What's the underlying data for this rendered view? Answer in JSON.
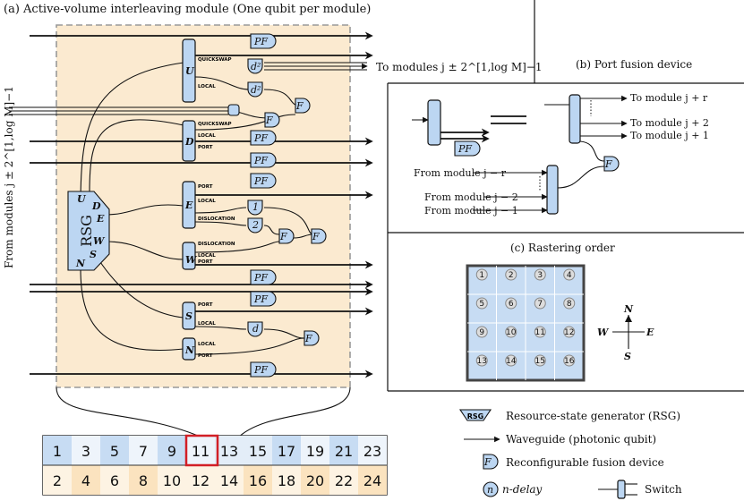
{
  "panels": {
    "a_title": "(a) Active-volume interleaving module (One qubit per module)",
    "b_title": "(b) Port fusion device",
    "c_title": "(c) Rastering order"
  },
  "module": {
    "input_label": "From modules j ± 2^[1,log M]−1",
    "output_label": "To modules j ± 2^[1,log M]−1",
    "rsg_label": "RSG",
    "rsg_ports": [
      "U",
      "D",
      "E",
      "W",
      "S",
      "N"
    ],
    "switches": [
      "U",
      "D",
      "E",
      "W",
      "S",
      "N"
    ],
    "port_labels": {
      "U": [
        "QUICKSWAP",
        "LOCAL"
      ],
      "D": [
        "QUICKSWAP",
        "LOCAL",
        "PORT"
      ],
      "E": [
        "PORT",
        "LOCAL",
        "DISLOCATION"
      ],
      "W": [
        "DISLOCATION",
        "LOCAL",
        "PORT"
      ],
      "S": [
        "PORT",
        "LOCAL"
      ],
      "N": [
        "LOCAL",
        "PORT"
      ]
    },
    "pf_label": "PF",
    "fusion_label": "F",
    "delay_d2": "d²",
    "delay_d": "d",
    "delay_1": "1",
    "delay_2": "2"
  },
  "port_fusion": {
    "outputs": [
      "To module j + r",
      "To module j + 2",
      "To module j + 1"
    ],
    "inputs": [
      "From module j − r",
      "From module j − 2",
      "From module j − 1"
    ],
    "pf_label": "PF",
    "f_label": "F"
  },
  "raster": {
    "grid": [
      [
        1,
        2,
        3,
        4
      ],
      [
        5,
        6,
        7,
        8
      ],
      [
        9,
        10,
        11,
        12
      ],
      [
        13,
        14,
        15,
        16
      ]
    ],
    "compass": {
      "N": "N",
      "S": "S",
      "E": "E",
      "W": "W"
    }
  },
  "table": {
    "top": [
      "1",
      "3",
      "5",
      "7",
      "9",
      "11",
      "13",
      "15",
      "17",
      "19",
      "21",
      "23"
    ],
    "bottom": [
      "2",
      "4",
      "6",
      "8",
      "10",
      "12",
      "14",
      "16",
      "18",
      "20",
      "22",
      "24"
    ],
    "highlight_index": 5
  },
  "legend": {
    "rsg": "Resource-state generator (RSG)",
    "waveguide": "Waveguide (photonic qubit)",
    "fusion": "Reconfigurable fusion device",
    "delay": "n-delay",
    "delay_symbol": "n",
    "switch": "Switch",
    "rsg_symbol": "RSG",
    "fusion_symbol": "F"
  },
  "colors": {
    "device_blue": "#bcd6f2",
    "module_bg": "#fbead0",
    "highlight": "#d21f26"
  }
}
